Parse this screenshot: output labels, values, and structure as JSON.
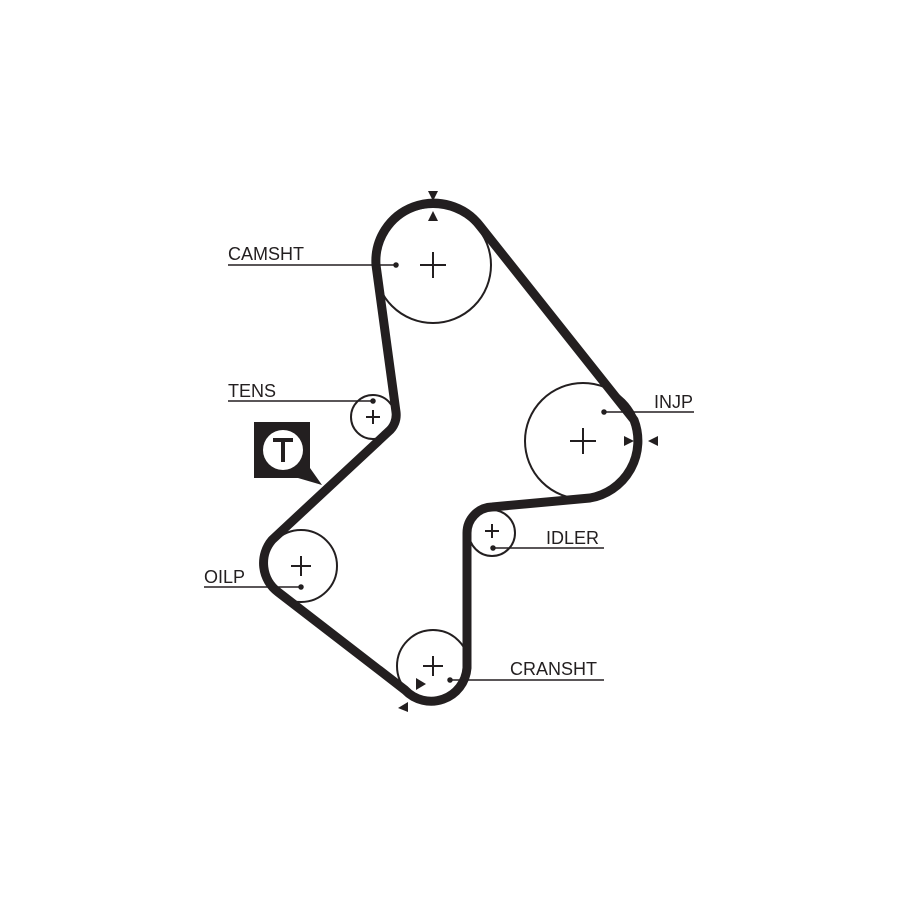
{
  "diagram": {
    "labels": {
      "camshaft": "CAMSHT",
      "tensioner": "TENS",
      "injection_pump": "INJP",
      "idler": "IDLER",
      "oil_pump": "OILP",
      "crankshaft": "CRANSHT"
    },
    "tensioner_badge": "T",
    "colors": {
      "ink": "#231f20",
      "background": "#ffffff"
    }
  }
}
